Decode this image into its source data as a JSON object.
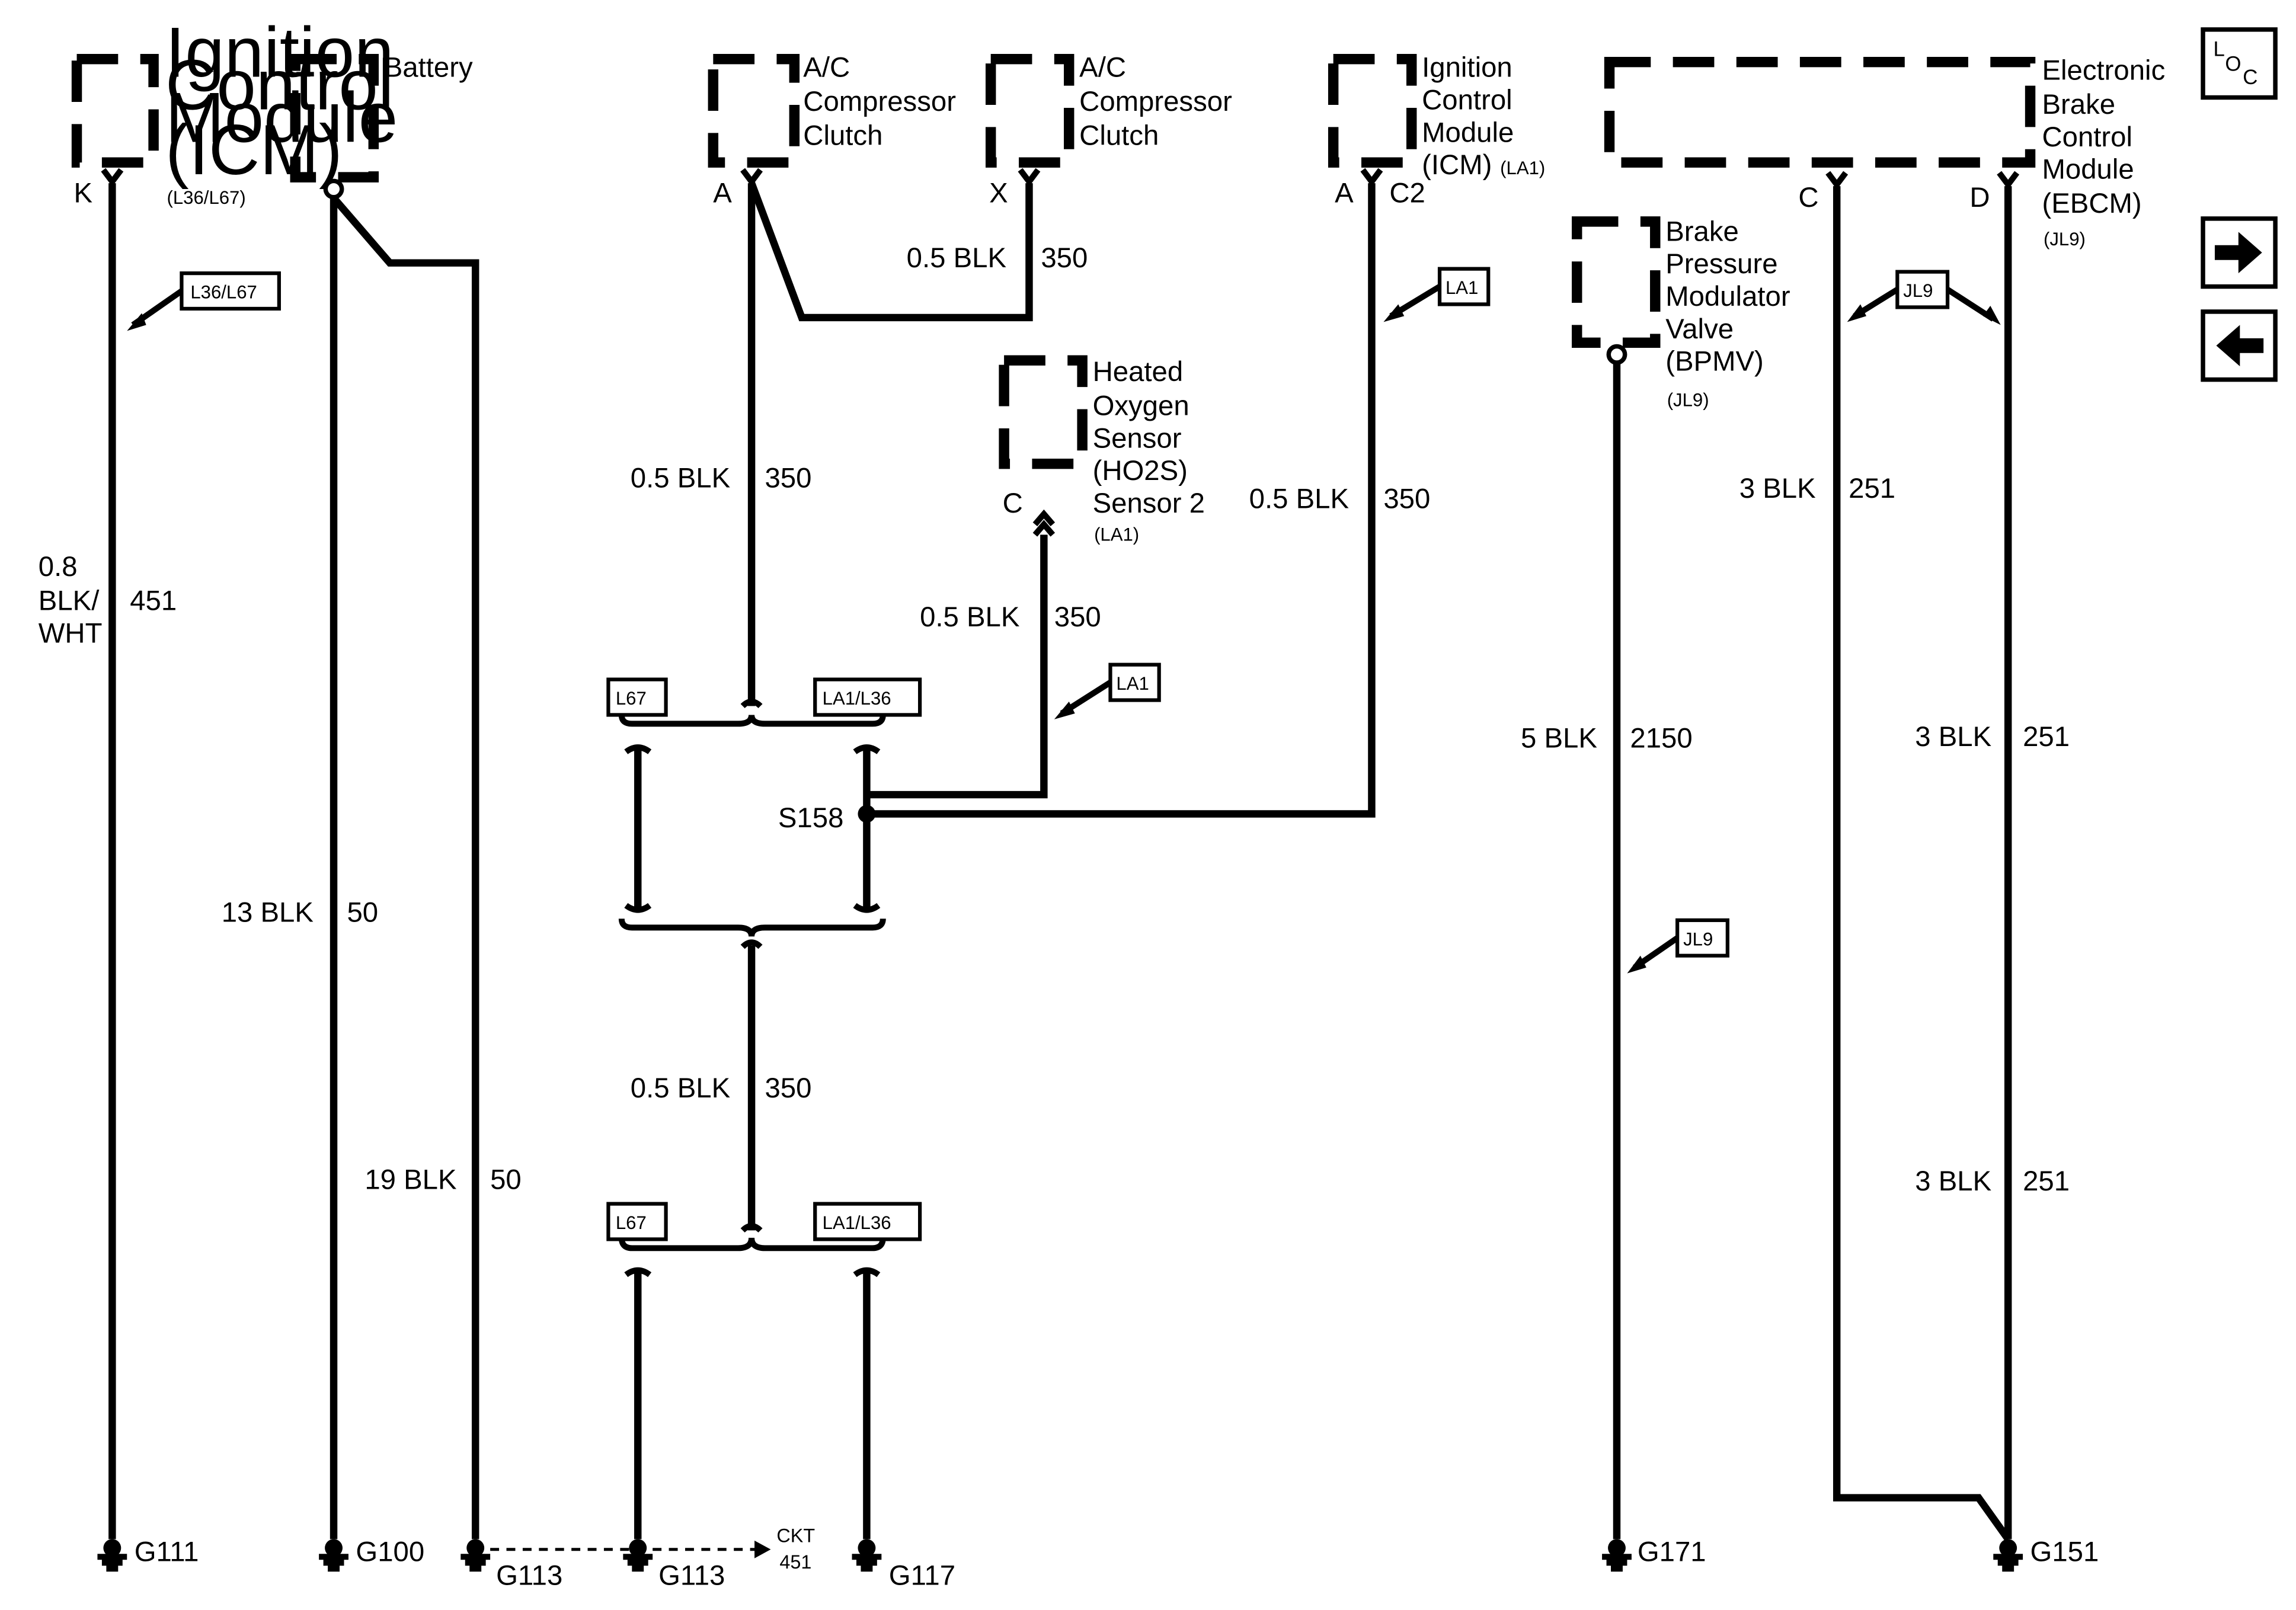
{
  "components": {
    "icm_left": {
      "lines": [
        "Ignition",
        "Control",
        "Module",
        "(ICM)"
      ],
      "option": "(L36/L67)",
      "pin": "K"
    },
    "battery": {
      "name": "Battery"
    },
    "ac_clutch_a": {
      "lines": [
        "A/C",
        "Compressor",
        "Clutch"
      ],
      "pin": "A"
    },
    "ac_clutch_x": {
      "lines": [
        "A/C",
        "Compressor",
        "Clutch"
      ],
      "pin": "X"
    },
    "icm_right": {
      "lines": [
        "Ignition",
        "Control",
        "Module",
        "(ICM)"
      ],
      "option": "(LA1)",
      "pin_a": "A",
      "pin_c2": "C2"
    },
    "ebcm": {
      "lines": [
        "Electronic",
        "Brake",
        "Control",
        "Module",
        "(EBCM)"
      ],
      "option": "(JL9)",
      "pin_c": "C",
      "pin_d": "D"
    },
    "ho2s": {
      "lines": [
        "Heated",
        "Oxygen",
        "Sensor",
        "(HO2S)",
        "Sensor 2"
      ],
      "option": "(LA1)",
      "pin": "C"
    },
    "bpmv": {
      "lines": [
        "Brake",
        "Pressure",
        "Modulator",
        "Valve",
        "(BPMV)"
      ],
      "option": "(JL9)"
    }
  },
  "wires": {
    "icm_k": {
      "size": [
        "0.8",
        "BLK/",
        "WHT"
      ],
      "circuit": "451"
    },
    "bat_13": {
      "size": "13 BLK",
      "circuit": "50"
    },
    "bat_19": {
      "size": "19 BLK",
      "circuit": "50"
    },
    "ac_x": {
      "size": "0.5 BLK",
      "circuit": "350"
    },
    "ac_a_upper": {
      "size": "0.5 BLK",
      "circuit": "350"
    },
    "ac_a_lower": {
      "size": "0.5 BLK",
      "circuit": "350"
    },
    "ho2s": {
      "size": "0.5 BLK",
      "circuit": "350"
    },
    "icm_right": {
      "size": "0.5 BLK",
      "circuit": "350"
    },
    "bpmv": {
      "size": "5 BLK",
      "circuit": "2150"
    },
    "ebcm_c": {
      "size": "3 BLK",
      "circuit": "251"
    },
    "ebcm_d_upper": {
      "size": "3 BLK",
      "circuit": "251"
    },
    "ebcm_d_lower": {
      "size": "3 BLK",
      "circuit": "251"
    }
  },
  "splice": {
    "name": "S158"
  },
  "option_tags": {
    "l36_l67": "L36/L67",
    "la1_a": "LA1",
    "la1_b": "LA1",
    "jl9_a": "JL9",
    "jl9_b": "JL9",
    "l67_a": "L67",
    "la1_l36_a": "LA1/L36",
    "l67_b": "L67",
    "la1_l36_b": "LA1/L36"
  },
  "grounds": {
    "g111": "G111",
    "g100": "G100",
    "g113_a": "G113",
    "g113_b": "G113",
    "g117": "G117",
    "g171": "G171",
    "g151": "G151"
  },
  "ckt_ref": {
    "line1": "CKT",
    "line2": "451"
  },
  "side_nav": {
    "loc": {
      "l": "L",
      "o": "O",
      "c": "C"
    },
    "next_icon": "arrow-right-icon",
    "prev_icon": "arrow-left-icon"
  }
}
